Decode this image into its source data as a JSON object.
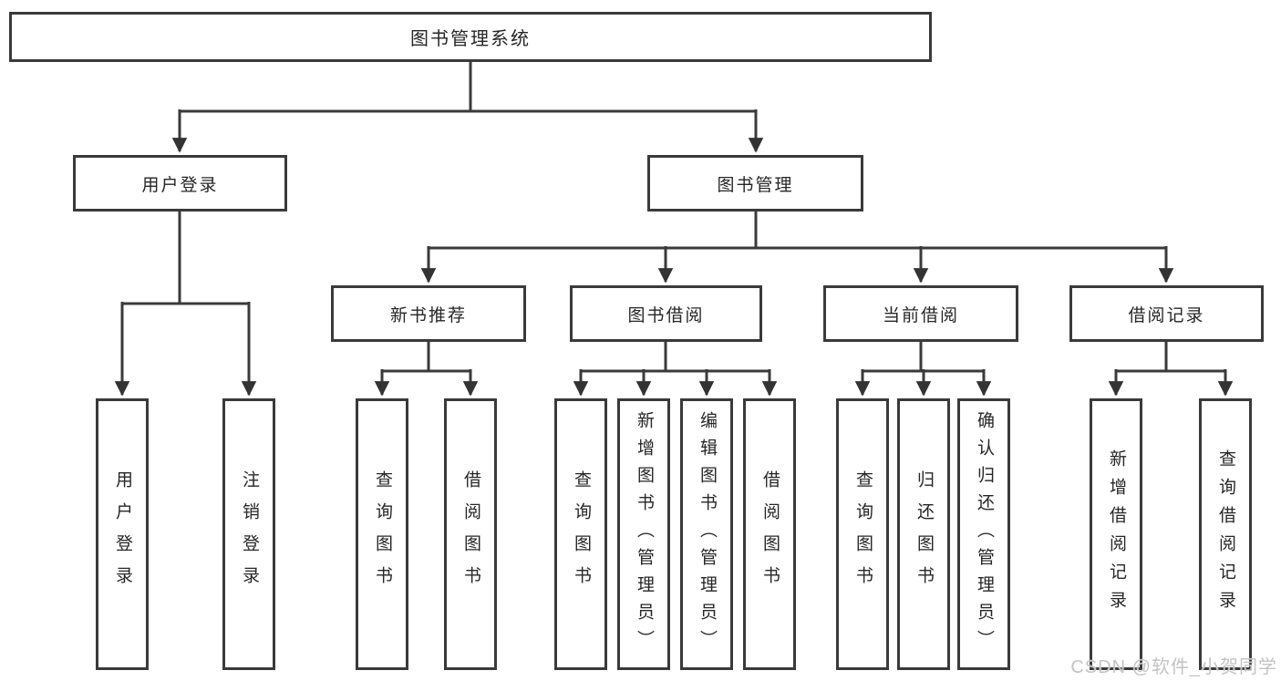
{
  "diagram": {
    "root": "图书管理系统",
    "branches": [
      {
        "label": "用户登录",
        "children": [
          "用户登录",
          "注销登录"
        ]
      },
      {
        "label": "图书管理",
        "sections": [
          {
            "label": "新书推荐",
            "children": [
              "查询图书",
              "借阅图书"
            ]
          },
          {
            "label": "图书借阅",
            "children": [
              "查询图书",
              "新增图书（管理员）",
              "编辑图书（管理员）",
              "借阅图书"
            ]
          },
          {
            "label": "当前借阅",
            "children": [
              "查询图书",
              "归还图书",
              "确认归还（管理员）"
            ]
          },
          {
            "label": "借阅记录",
            "children": [
              "新增借阅记录",
              "查询借阅记录"
            ]
          }
        ]
      }
    ]
  },
  "watermark": "CSDN @软件_小贺同学",
  "colors": {
    "line": "#3a3a3a",
    "box_border": "#3a3a3a",
    "text": "#262626",
    "watermark": "#c3c3c3",
    "background": "#ffffff"
  }
}
